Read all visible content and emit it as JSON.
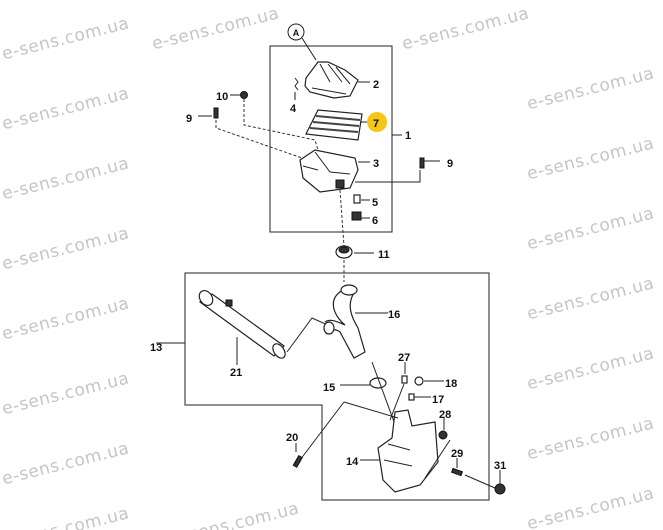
{
  "diagram": {
    "view_ref": "A",
    "highlight_color": "#f5c518",
    "callouts": {
      "p1": "1",
      "p2": "2",
      "p3": "3",
      "p4": "4",
      "p5": "5",
      "p6": "6",
      "p7": "7",
      "p9a": "9",
      "p9b": "9",
      "p10": "10",
      "p11": "11",
      "p13": "13",
      "p14": "14",
      "p15": "15",
      "p16": "16",
      "p17": "17",
      "p18": "18",
      "p20": "20",
      "p21": "21",
      "p27": "27",
      "p28": "28",
      "p29": "29",
      "p31": "31"
    },
    "highlighted": "7"
  },
  "watermark": "e-sens.com.ua"
}
